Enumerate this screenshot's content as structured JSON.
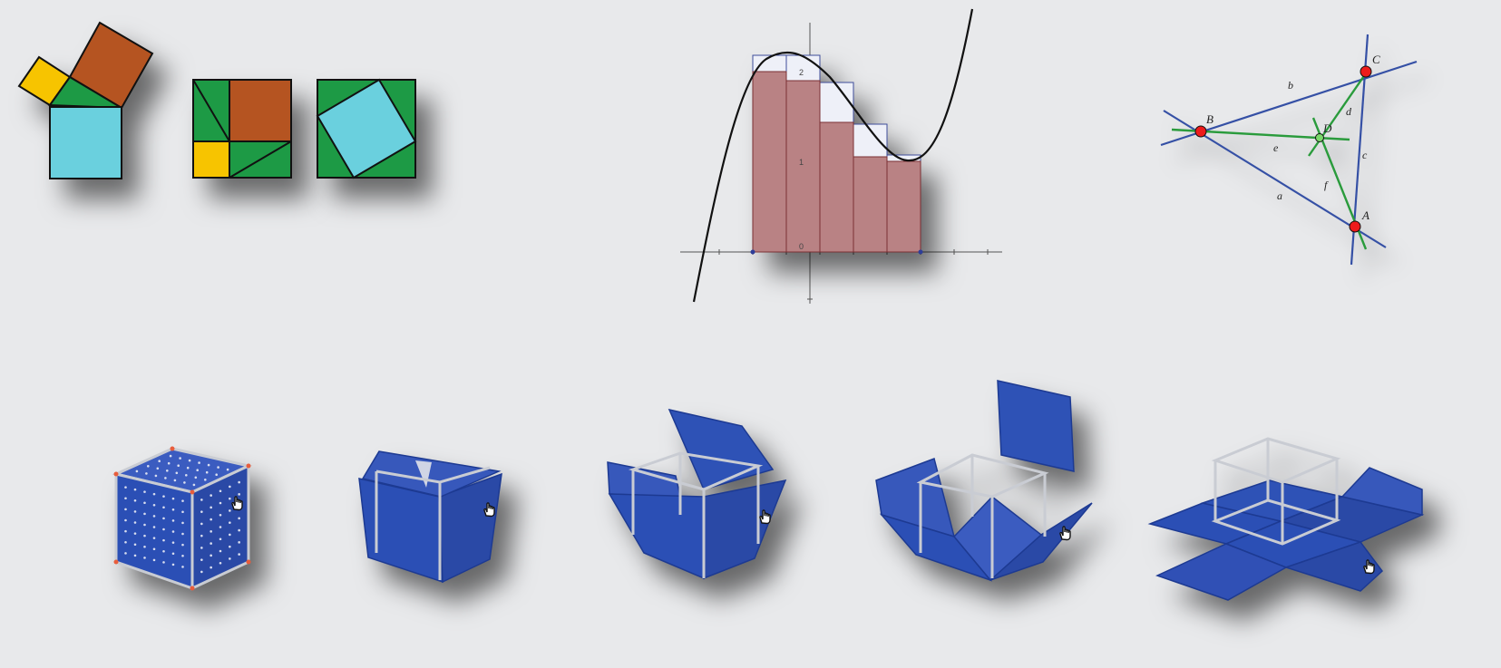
{
  "colors": {
    "background": "#e8e9eb",
    "pyth_yellow": "#f7c400",
    "pyth_brown": "#b55421",
    "pyth_green": "#1d9a45",
    "pyth_cyan": "#6ad0de",
    "bar_fill": "#b98284",
    "bar_upper_fill": "#eef0f8",
    "line_blue": "#3550a5",
    "line_green": "#2a9b3c",
    "point_red": "#ee1b1b",
    "cube_blue": "#2b4fb5",
    "frame_gray": "#c9ccd3"
  },
  "riemann": {
    "y_tick_labels": [
      "0",
      "1",
      "2"
    ]
  },
  "triangle": {
    "point_labels": {
      "a": "A",
      "b": "B",
      "c": "C",
      "d": "D"
    },
    "line_labels": {
      "a": "a",
      "b": "b",
      "c": "c",
      "d": "d",
      "e": "e",
      "f": "f"
    }
  },
  "cube_net": {
    "stages": 5,
    "hand_icon": "hand-pointer-icon"
  }
}
